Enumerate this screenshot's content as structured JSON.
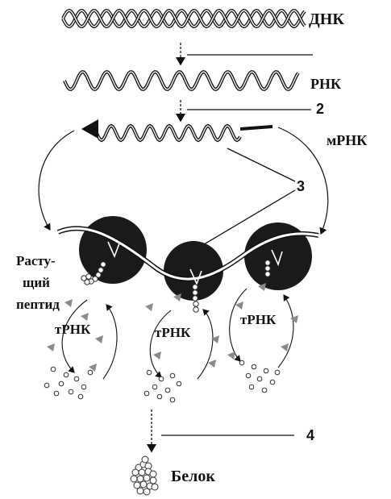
{
  "labels": {
    "dna": "ДНК",
    "rna": "РНК",
    "mrna": "мРНК",
    "growing_peptide_line1": "Расту-",
    "growing_peptide_line2": "щий",
    "growing_peptide_line3": "пептид",
    "trna_left": "тРНК",
    "trna_middle": "тРНК",
    "trna_right": "тРНК",
    "protein": "Белок"
  },
  "step_numbers": {
    "step2": "2",
    "step3": "3",
    "step4": "4"
  },
  "colors": {
    "ink": "#111111",
    "ribosome": "#1a1a1a",
    "arrow_gray": "#8a8a8a",
    "bead": "#ffffff"
  }
}
